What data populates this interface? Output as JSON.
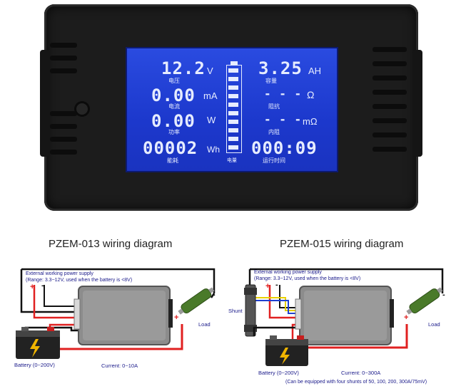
{
  "meter": {
    "voltage": {
      "value": "12.2",
      "unit": "V",
      "label": "电压"
    },
    "current": {
      "value": "0.00",
      "unit": "mA",
      "label": "电流"
    },
    "power": {
      "value": "0.00",
      "unit": "W",
      "label": "功率"
    },
    "energy": {
      "value": "00002",
      "unit": "Wh",
      "label": "能耗"
    },
    "capacity": {
      "value": "3.25",
      "unit": "AH",
      "label": "容量"
    },
    "resistance": {
      "value": "- - -",
      "unit": "Ω",
      "label": "阻抗"
    },
    "internal_resistance": {
      "value": "- - -",
      "unit": "mΩ",
      "label": "内阻"
    },
    "runtime": {
      "value": "000:09",
      "label": "运行时间"
    },
    "battery_label": "电量",
    "battery_level": 1.0
  },
  "diagrams": {
    "left": {
      "title": "PZEM-013 wiring diagram",
      "supply": "External working power supply",
      "range": "(Range: 3.3~12V, used when the battery is <8V)",
      "plus": "+",
      "minus": "-",
      "battery": "Battery (0~200V)",
      "current": "Current: 0~10A",
      "load": "Load"
    },
    "right": {
      "title": "PZEM-015 wiring diagram",
      "supply": "External working power supply",
      "range": "(Range: 3.3~12V, used when the battery is <8V)",
      "plus": "+",
      "minus": "-",
      "shunt": "Shunt",
      "battery": "Battery (0~200V)",
      "current": "Current: 0~300A",
      "load": "Load",
      "note": "(Can be equipped with four shunts of 50, 100, 200, 300A/75mV)"
    }
  },
  "colors": {
    "lcd": "#1f3fd0",
    "wire_red": "#e02020",
    "wire_black": "#111111",
    "wire_blue": "#2040d0",
    "wire_yellow": "#e8d000"
  }
}
